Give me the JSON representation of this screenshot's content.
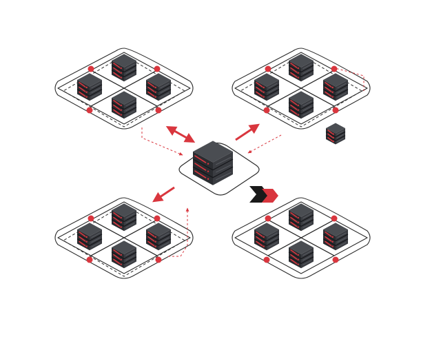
{
  "diagram": {
    "kind": "isometric-server-cluster-topology",
    "hub": {
      "name": "central-server",
      "units": 3
    },
    "clusters": [
      {
        "name": "cluster-top-left",
        "servers": 4,
        "border": "solid-and-dashed"
      },
      {
        "name": "cluster-top-right",
        "servers": 4,
        "border": "solid-and-dashed"
      },
      {
        "name": "cluster-bottom-left",
        "servers": 4,
        "border": "solid-and-dashed"
      },
      {
        "name": "cluster-bottom-right",
        "servers": 4,
        "border": "solid"
      }
    ],
    "standalone": [
      {
        "name": "standalone-server",
        "units": 3
      }
    ],
    "connections": [
      {
        "name": "arrow-hub-to-top-left",
        "style": "solid-double-arrow"
      },
      {
        "name": "arrow-hub-to-top-right",
        "style": "solid-arrow"
      },
      {
        "name": "arrow-hub-to-bottom-left",
        "style": "solid-arrow"
      },
      {
        "name": "chevrons-hub-to-bottom-right",
        "style": "double-chevron"
      },
      {
        "name": "dashed-top-left-to-hub",
        "style": "dashed-arrow"
      },
      {
        "name": "dashed-top-right-to-hub",
        "style": "dashed-arrow"
      },
      {
        "name": "dashed-bottom-left-to-hub",
        "style": "dashed-arrow"
      }
    ]
  },
  "colors": {
    "background": "#ffffff",
    "accent": "#d9363e",
    "server_top": "#4a4d52",
    "server_left": "#2a2c30",
    "server_right": "#3a3c41",
    "line": "#2b2b2b",
    "chevron_dark": "#1a1a1a"
  }
}
